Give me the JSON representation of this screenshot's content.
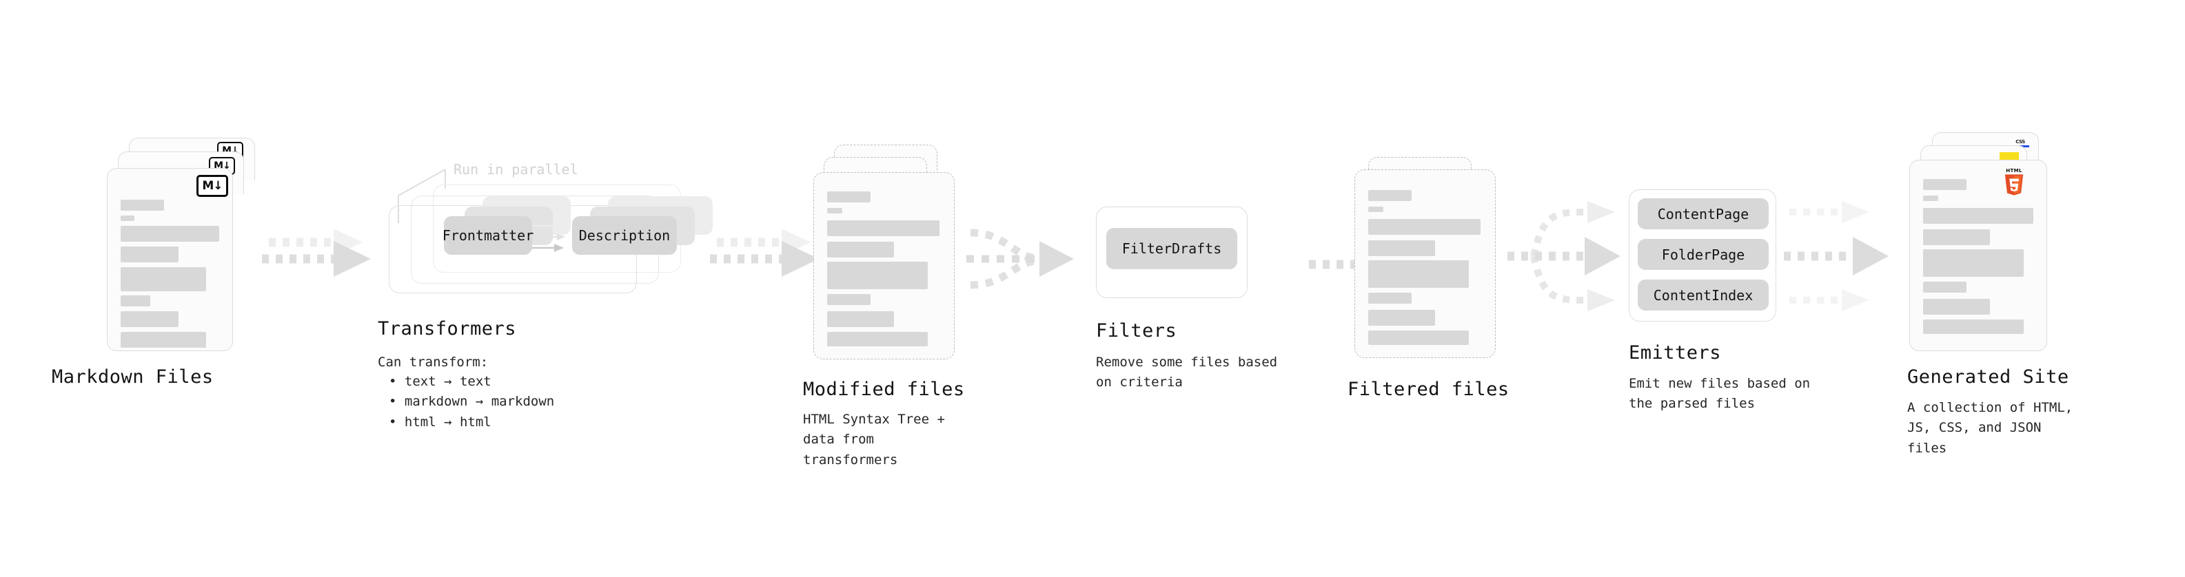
{
  "diagram": {
    "title_font_note": "",
    "background": "#ffffff",
    "accent_gray": "#d8d8d8",
    "chip_gray": "#d7d7d7",
    "html5_color": "#e44d26",
    "js_color": "#f7df1e",
    "css3_color": "#264de4"
  },
  "stages": [
    {
      "id": "markdown-files",
      "title": "Markdown Files",
      "desc": "",
      "icon": "markdown-badge",
      "icon_label": "M",
      "icon_arrow": "↓"
    },
    {
      "id": "transformers",
      "title": "Transformers",
      "desc": "Can transform:",
      "parallel_label": "Run in parallel",
      "chips": [
        "Frontmatter",
        "Description"
      ],
      "bullets": [
        "text → text",
        "markdown → markdown",
        "html → html"
      ]
    },
    {
      "id": "modified-files",
      "title": "Modified files",
      "desc": "HTML Syntax Tree +\ndata from transformers"
    },
    {
      "id": "filters",
      "title": "Filters",
      "desc": "Remove some files based\non criteria",
      "chips": [
        "FilterDrafts"
      ]
    },
    {
      "id": "filtered-files",
      "title": "Filtered files",
      "desc": ""
    },
    {
      "id": "emitters",
      "title": "Emitters",
      "desc": "Emit new files based on\nthe parsed files",
      "chips": [
        "ContentPage",
        "FolderPage",
        "ContentIndex"
      ]
    },
    {
      "id": "generated-site",
      "title": "Generated Site",
      "desc": "A collection of HTML,\nJS, CSS, and JSON files",
      "icons": [
        "css3-badge",
        "js-badge",
        "html5-badge"
      ],
      "html5_text": "HTML",
      "html5_digit": "5",
      "css3_text": "CSS"
    }
  ],
  "connectors": [
    {
      "id": "arrow-markdown-to-transformers",
      "kind": "dotted-stack"
    },
    {
      "id": "arrow-transformers-to-modified",
      "kind": "dotted-stack"
    },
    {
      "id": "arrow-modified-to-filters",
      "kind": "dotted-merge"
    },
    {
      "id": "arrow-filters-to-filtered",
      "kind": "dotted-single"
    },
    {
      "id": "arrow-filtered-to-emitters",
      "kind": "dotted-fanout"
    },
    {
      "id": "arrow-emitters-to-site",
      "kind": "dotted-fanin"
    }
  ]
}
